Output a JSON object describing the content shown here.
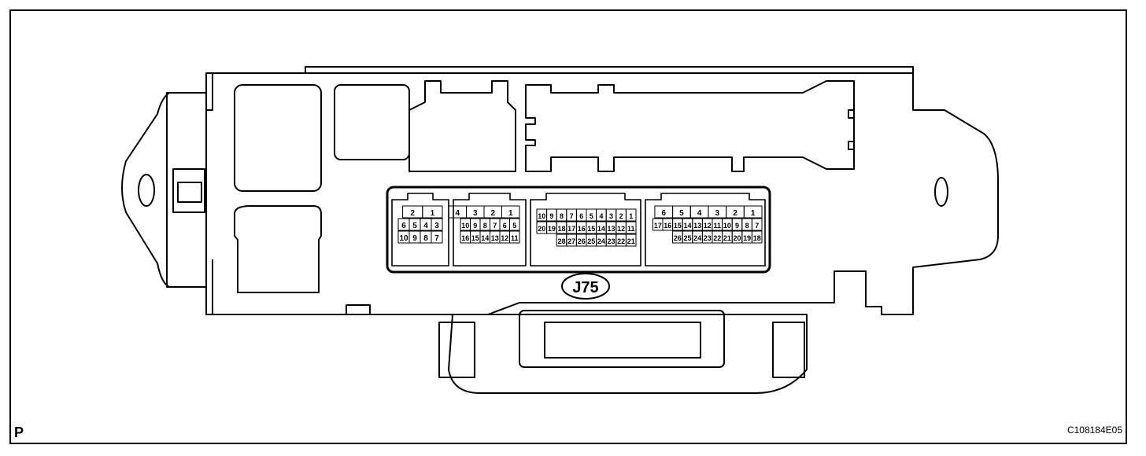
{
  "diagram": {
    "connector_id": "J75",
    "connectors": [
      {
        "name": "connector-a",
        "rows": [
          [
            "2",
            "1"
          ],
          [
            "6",
            "5",
            "4",
            "3"
          ],
          [
            "10",
            "9",
            "8",
            "7"
          ]
        ]
      },
      {
        "name": "connector-b",
        "rows": [
          [
            "4",
            "3",
            "2",
            "1"
          ],
          [
            "10",
            "9",
            "8",
            "7",
            "6",
            "5"
          ],
          [
            "16",
            "15",
            "14",
            "13",
            "12",
            "11"
          ]
        ]
      },
      {
        "name": "connector-c",
        "rows": [
          [
            "10",
            "9",
            "8",
            "7",
            "6",
            "5",
            "4",
            "3",
            "2",
            "1"
          ],
          [
            "20",
            "19",
            "18",
            "17",
            "16",
            "15",
            "14",
            "13",
            "12",
            "11"
          ],
          [
            "28",
            "27",
            "26",
            "25",
            "24",
            "23",
            "22",
            "21"
          ]
        ]
      },
      {
        "name": "connector-d",
        "rows": [
          [
            "6",
            "5",
            "4",
            "3",
            "2",
            "1"
          ],
          [
            "17",
            "16",
            "15",
            "14",
            "13",
            "12",
            "11",
            "10",
            "9",
            "8",
            "7"
          ],
          [
            "26",
            "25",
            "24",
            "23",
            "22",
            "21",
            "20",
            "19",
            "18"
          ]
        ]
      }
    ]
  },
  "page_letter": "P",
  "figure_code": "C108184E05"
}
